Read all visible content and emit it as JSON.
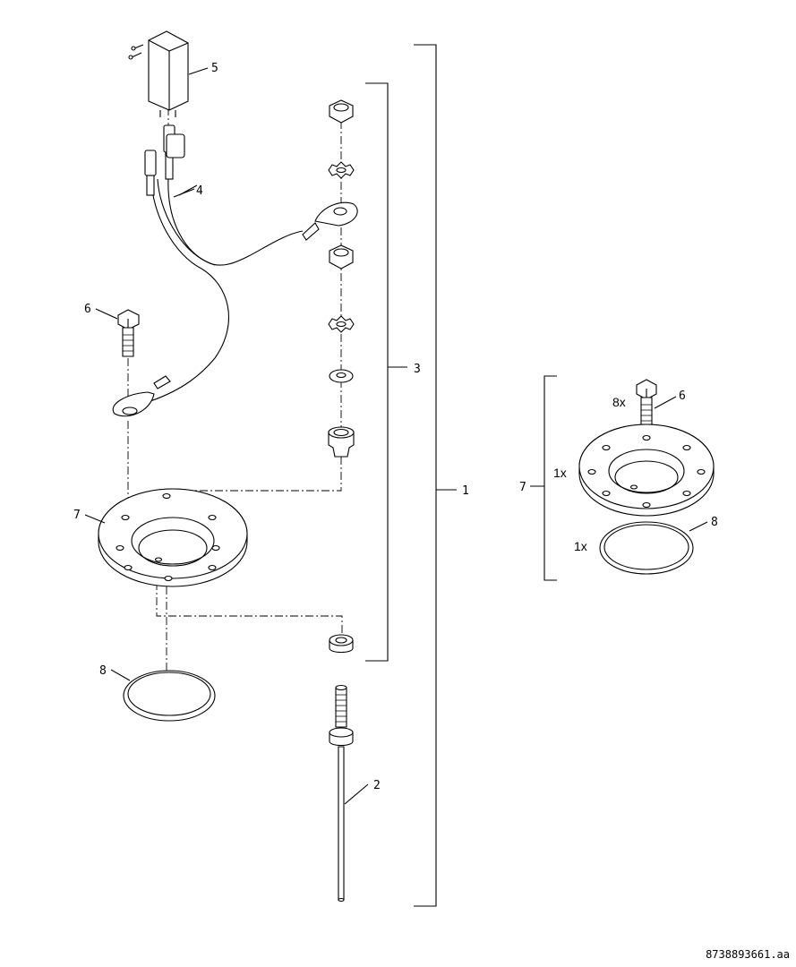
{
  "callouts": {
    "c1": "1",
    "c2": "2",
    "c3": "3",
    "c4": "4",
    "c5": "5",
    "c6": "6",
    "c7": "7",
    "c8": "8",
    "c6_kit": "6",
    "c7_kit": "7",
    "c8_kit": "8"
  },
  "quantities": {
    "bolts": "8x",
    "flange": "1x",
    "gasket": "1x"
  },
  "document_id": "8738893661.aa"
}
